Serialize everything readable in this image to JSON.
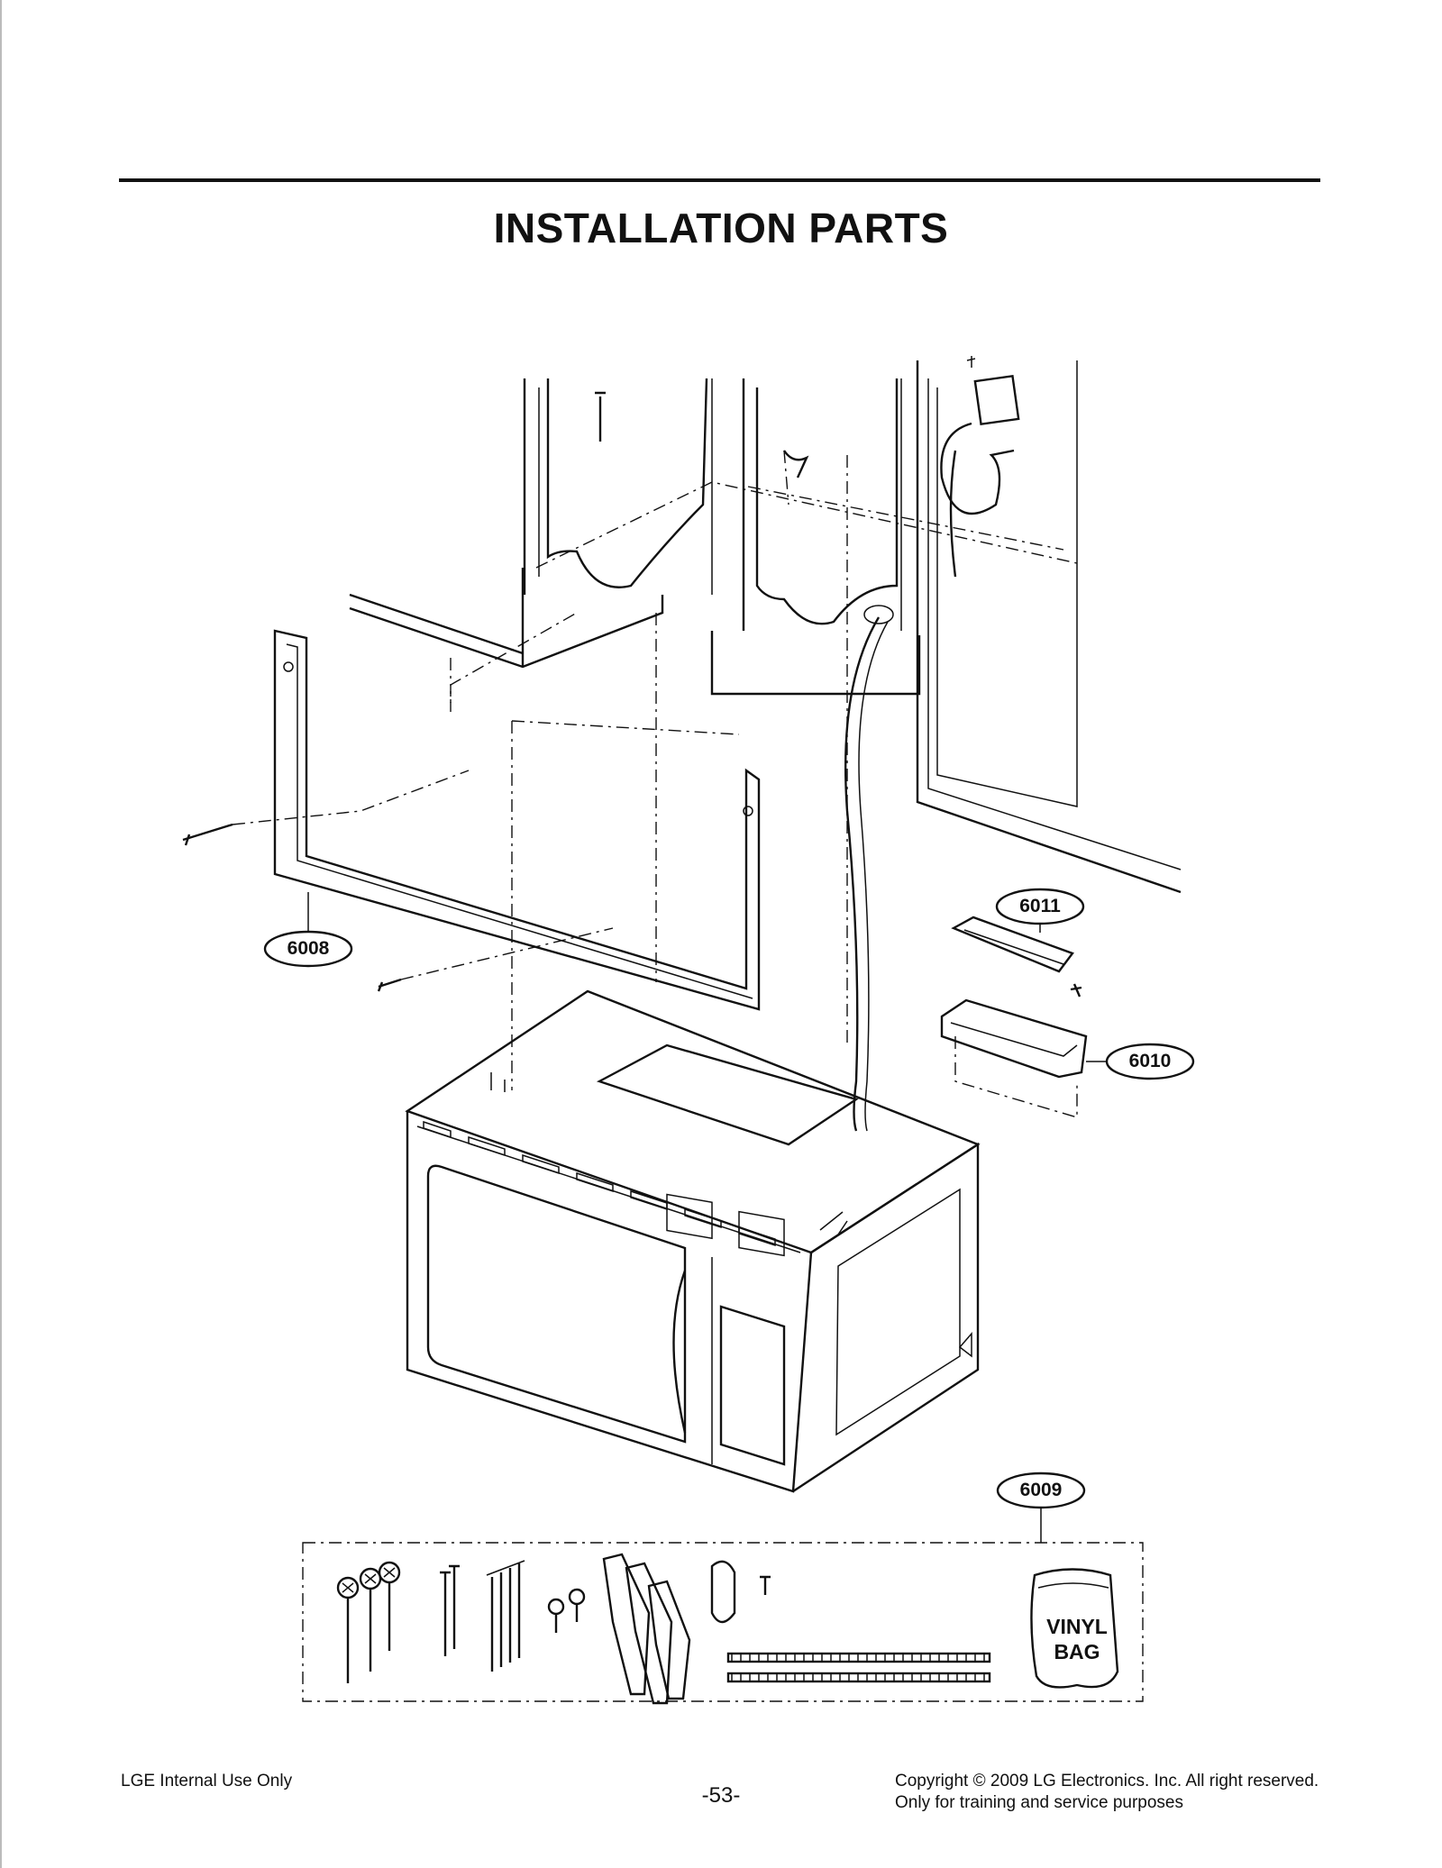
{
  "page": {
    "title": "INSTALLATION PARTS",
    "page_number": "-53-"
  },
  "footer": {
    "left": "LGE Internal Use Only",
    "right_line1": "Copyright © 2009 LG Electronics. Inc. All right reserved.",
    "right_line2": "Only for training and service purposes"
  },
  "callouts": [
    {
      "id": "6008"
    },
    {
      "id": "6011"
    },
    {
      "id": "6010"
    },
    {
      "id": "6009"
    }
  ],
  "vinyl_bag": {
    "line1": "VINYL",
    "line2": "BAG"
  }
}
